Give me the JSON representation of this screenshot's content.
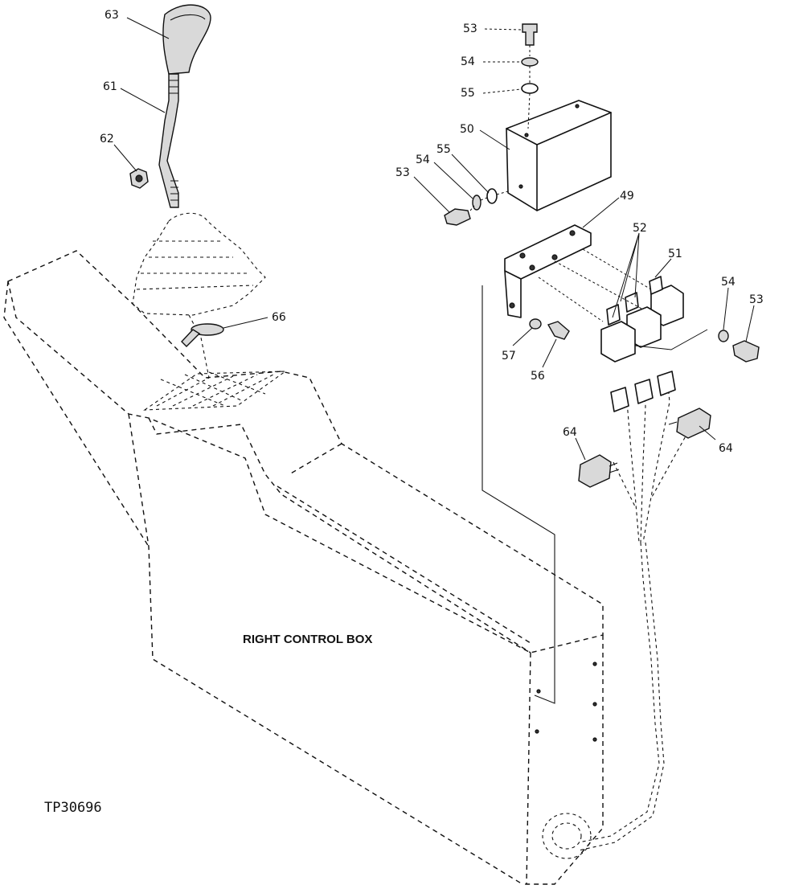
{
  "figure_id": "TP30696",
  "assembly_label": "RIGHT CONTROL BOX",
  "callouts": {
    "c63": "63",
    "c61": "61",
    "c62": "62",
    "c66": "66",
    "c53_top": "53",
    "c54_top": "54",
    "c55_top": "55",
    "c50": "50",
    "c55_left": "55",
    "c54_left": "54",
    "c53_left": "53",
    "c49": "49",
    "c52": "52",
    "c51": "51",
    "c54_right": "54",
    "c53_right": "53",
    "c57": "57",
    "c56": "56",
    "c64_left": "64",
    "c64_right": "64"
  }
}
